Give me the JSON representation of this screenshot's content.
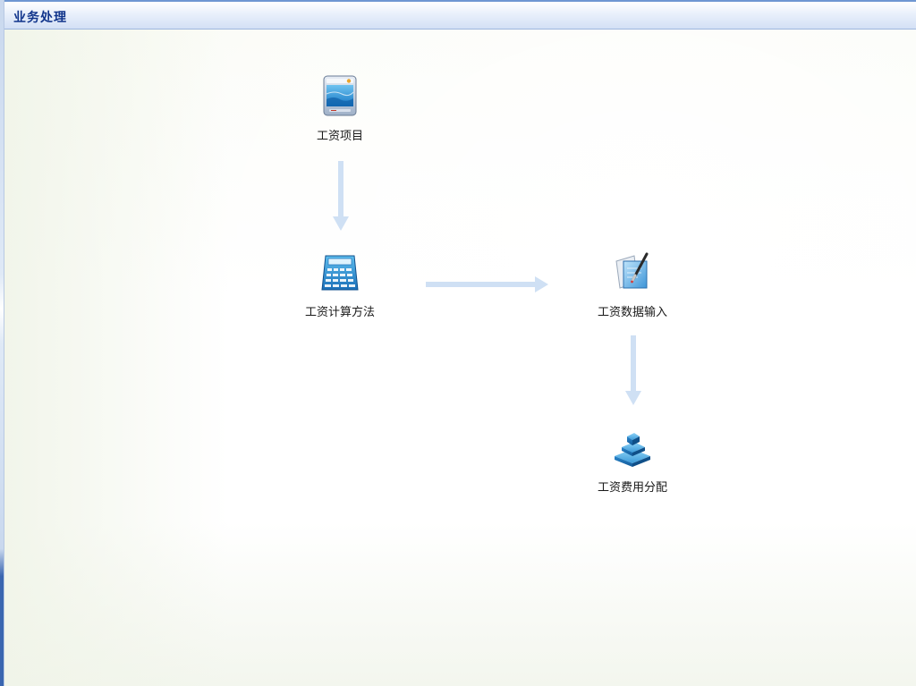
{
  "header": {
    "title": "业务处理"
  },
  "flow": {
    "nodes": [
      {
        "id": "salary-items",
        "label": "工资项目",
        "icon": "salary-card-icon"
      },
      {
        "id": "salary-calc-method",
        "label": "工资计算方法",
        "icon": "calculator-icon"
      },
      {
        "id": "salary-data-input",
        "label": "工资数据输入",
        "icon": "document-pen-icon"
      },
      {
        "id": "salary-cost-allocation",
        "label": "工资费用分配",
        "icon": "stacked-blocks-icon"
      }
    ]
  },
  "colors": {
    "title_text": "#10348b",
    "arrow": "#cfe0f4",
    "label_text": "#1a1a1a"
  }
}
